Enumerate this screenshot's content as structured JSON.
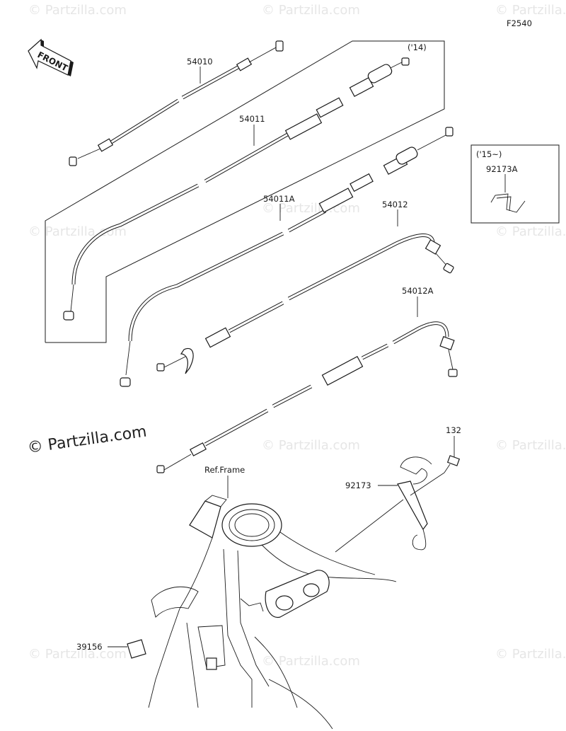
{
  "diagram_code": "F2540",
  "front_label": "FRONT",
  "watermark_main": "© Partzilla.com",
  "watermark_faint": "© Partzilla.com",
  "parts": [
    {
      "id": "p54010",
      "number": "54010"
    },
    {
      "id": "p54011",
      "number": "54011"
    },
    {
      "id": "p54011A",
      "number": "54011A"
    },
    {
      "id": "p54012",
      "number": "54012"
    },
    {
      "id": "p54012A",
      "number": "54012A"
    },
    {
      "id": "p92173A",
      "number": "92173A"
    },
    {
      "id": "p132",
      "number": "132"
    },
    {
      "id": "p92173",
      "number": "92173"
    },
    {
      "id": "p39156",
      "number": "39156"
    }
  ],
  "notes": {
    "year_14": "('14)",
    "year_15": "('15~)",
    "ref_frame": "Ref.Frame"
  }
}
